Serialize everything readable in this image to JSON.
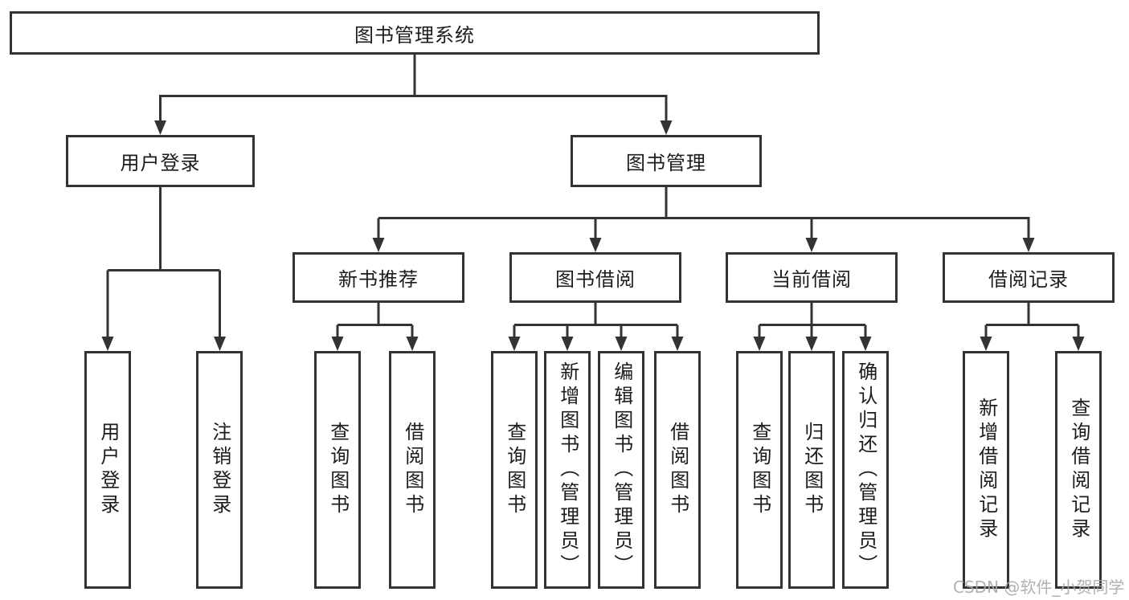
{
  "diagram": {
    "watermark": "CSDN @软件_小贺同学",
    "colors": {
      "background": "#ffffff",
      "line": "#333333",
      "box_border": "#333333",
      "box_bg": "#ffffff",
      "text": "#1c1c1c",
      "watermark": "#a9a9a9"
    },
    "nodes": {
      "root": {
        "label": "图书管理系统"
      },
      "user_login": {
        "label": "用户登录",
        "children": [
          "用户登录",
          "注销登录"
        ]
      },
      "book_mgmt": {
        "label": "图书管理"
      },
      "new_book_rec": {
        "label": "新书推荐",
        "children": [
          "查询图书",
          "借阅图书"
        ]
      },
      "book_borrow": {
        "label": "图书借阅",
        "children": [
          "查询图书",
          "新增图书（管理员）",
          "编辑图书（管理员）",
          "借阅图书"
        ]
      },
      "current_borrow": {
        "label": "当前借阅",
        "children": [
          "查询图书",
          "归还图书",
          "确认归还（管理员）"
        ]
      },
      "borrow_records": {
        "label": "借阅记录",
        "children": [
          "新增借阅记录",
          "查询借阅记录"
        ]
      }
    }
  }
}
